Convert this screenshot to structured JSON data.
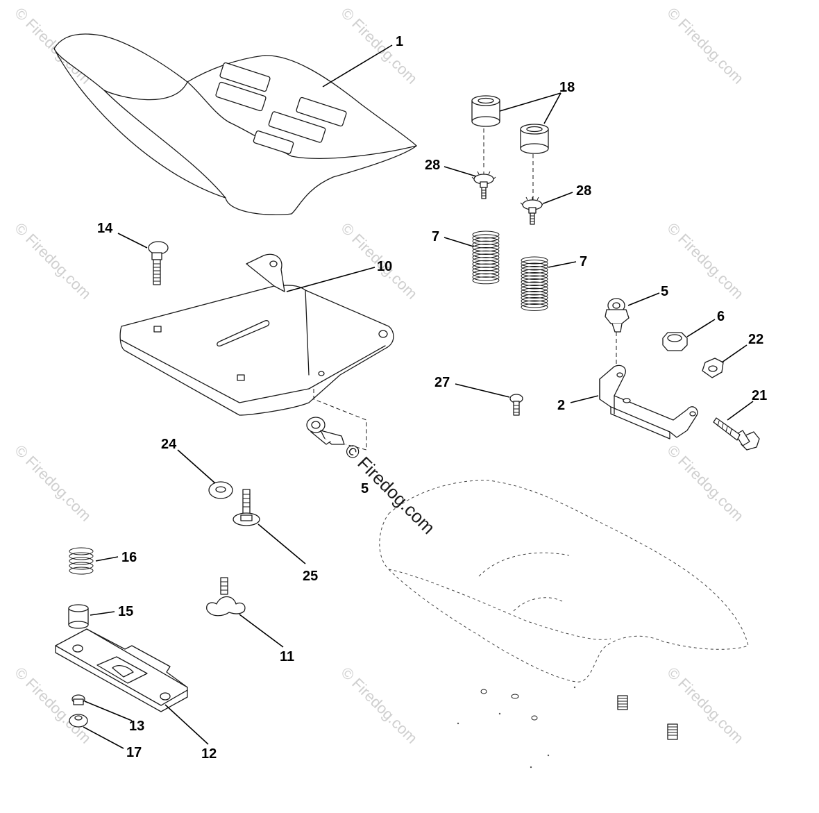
{
  "watermark": {
    "text": "© Firedog.com",
    "color": "#cfcfcf",
    "center_text": "© Firedog.com"
  },
  "callouts": {
    "c1": "1",
    "c2": "2",
    "c5a": "5",
    "c5b": "5",
    "c6": "6",
    "c7a": "7",
    "c7b": "7",
    "c10": "10",
    "c11": "11",
    "c12": "12",
    "c13": "13",
    "c14": "14",
    "c15": "15",
    "c16": "16",
    "c17": "17",
    "c18": "18",
    "c21": "21",
    "c22": "22",
    "c24": "24",
    "c25": "25",
    "c27": "27",
    "c28a": "28",
    "c28b": "28"
  }
}
